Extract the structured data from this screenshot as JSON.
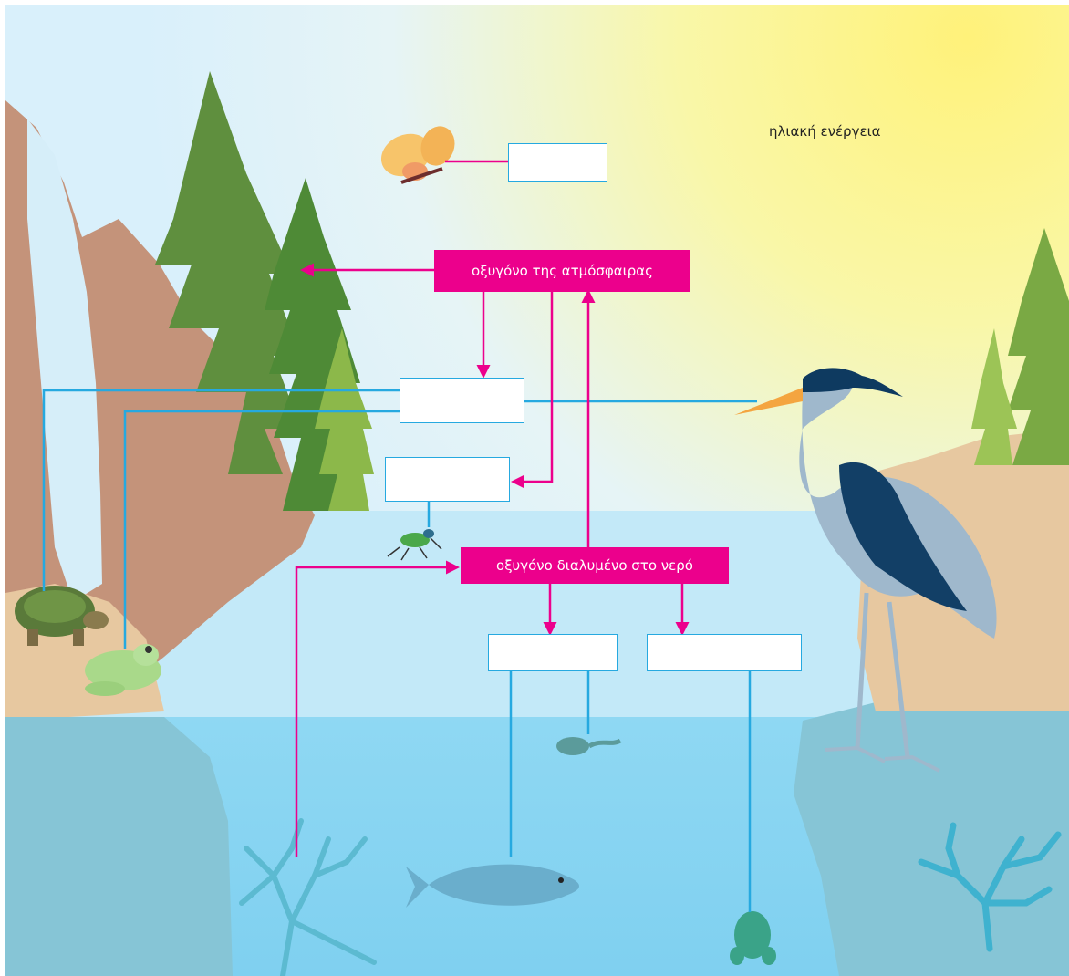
{
  "labels": {
    "sun": "ηλιακή ενέργεια",
    "oxygen_air": "οξυγόνο της ατμόσφαιρας",
    "oxygen_water": "οξυγόνο διαλυμένο στο νερό"
  },
  "blank_boxes": [
    "",
    "",
    "",
    "",
    ""
  ],
  "colors": {
    "oxygen_arrow": "#ec008c",
    "connector": "#26a9e0",
    "water": "#7fd4f2",
    "sky": "#e8f6fc",
    "sun": "#ffee55"
  },
  "organisms": [
    "butterfly",
    "trees",
    "heron",
    "beetle",
    "turtle",
    "frog",
    "tadpole",
    "fish",
    "seaweed",
    "coral",
    "water-frog"
  ]
}
